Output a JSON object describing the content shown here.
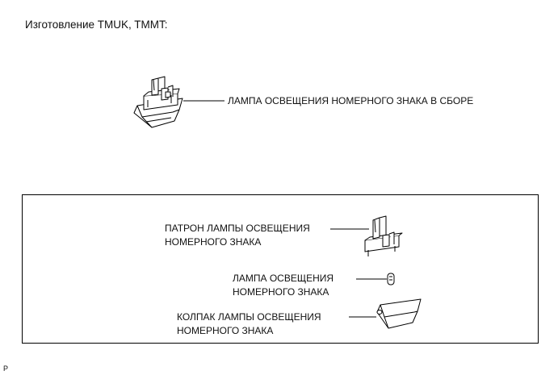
{
  "heading": "Изготовление TMUK, TMMT:",
  "top_part": {
    "label": "ЛАМПА ОСВЕЩЕНИЯ НОМЕРНОГО ЗНАКА В СБОРЕ",
    "icon": "license-plate-lamp-assembly-icon"
  },
  "components": [
    {
      "line1": "ПАТРОН ЛАМПЫ ОСВЕЩЕНИЯ",
      "line2": "НОМЕРНОГО ЗНАКА",
      "icon": "lamp-socket-icon"
    },
    {
      "line1": "ЛАМПА ОСВЕЩЕНИЯ",
      "line2": "НОМЕРНОГО ЗНАКА",
      "icon": "bulb-icon"
    },
    {
      "line1": "КОЛПАК ЛАМПЫ ОСВЕЩЕНИЯ",
      "line2": "НОМЕРНОГО ЗНАКА",
      "icon": "lamp-lens-cover-icon"
    }
  ],
  "footer_mark": "P"
}
